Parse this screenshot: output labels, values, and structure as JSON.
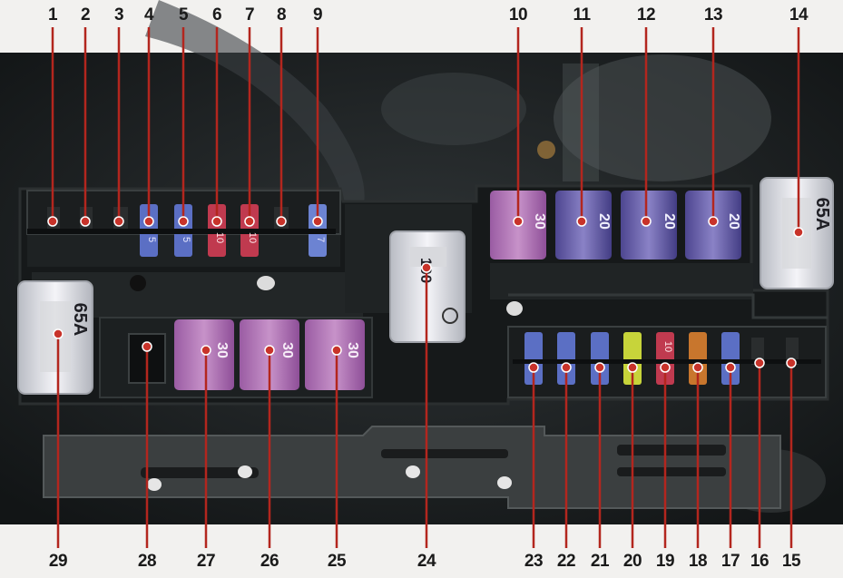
{
  "labels_top": [
    "1",
    "2",
    "3",
    "4",
    "5",
    "6",
    "7",
    "8",
    "9",
    "10",
    "11",
    "12",
    "13",
    "14"
  ],
  "labels_bottom": [
    "29",
    "28",
    "27",
    "26",
    "25",
    "24",
    "23",
    "22",
    "21",
    "20",
    "19",
    "18",
    "17",
    "16",
    "15"
  ],
  "fuse_text": {
    "f4": "5",
    "f5": "5",
    "f6": "10",
    "f7": "10",
    "f9": "7",
    "f10": "30",
    "f11": "20",
    "f12": "20",
    "f13": "20",
    "f14": "65A",
    "f29": "65A",
    "f25": "30",
    "f26": "30",
    "f27": "30",
    "f24": "100",
    "f19": "10"
  },
  "colors": {
    "leader": "#b3261e",
    "dot": "#c8332a",
    "pink_fuse": "#b07ab5",
    "violet_fuse": "#6d63a8",
    "blue_mini": "#5b6fc4",
    "red_mini": "#c03a4f",
    "yellow_mini": "#c7d43a",
    "orange_mini": "#c8762d",
    "clear_fuse": "#e6e6ea"
  }
}
